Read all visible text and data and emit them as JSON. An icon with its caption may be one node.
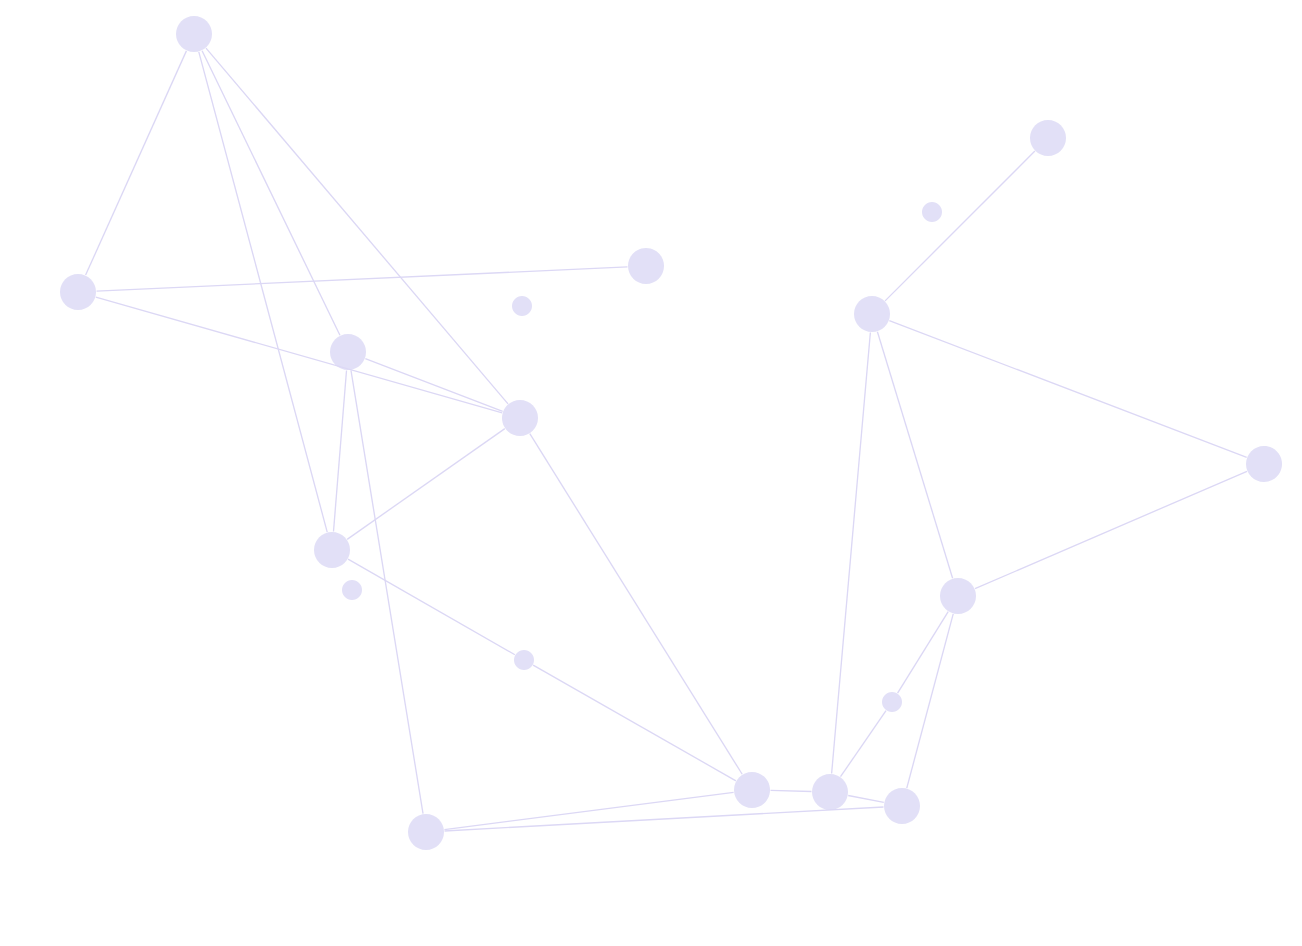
{
  "diagram": {
    "nodes": [
      {
        "text": [],
        "shape": "circle"
      },
      {
        "text": [],
        "shape": "circle"
      },
      {
        "text": [],
        "shape": "circle"
      },
      {
        "text": [],
        "shape": "circle"
      },
      {
        "text": [],
        "shape": "circle"
      },
      {
        "text": [],
        "shape": "circle"
      },
      {
        "text": [],
        "shape": "circle"
      },
      {
        "text": [],
        "shape": "circle"
      },
      {
        "text": [],
        "shape": "circle"
      },
      {
        "text": [],
        "shape": "circle"
      },
      {
        "text": [],
        "shape": "circle"
      },
      {
        "text": [],
        "shape": "circle"
      },
      {
        "text": [],
        "shape": "circle"
      },
      {
        "text": [],
        "shape": "circle"
      },
      {
        "text": [],
        "shape": "circle"
      },
      {
        "text": [],
        "shape": "circle"
      },
      {
        "text": [],
        "shape": "circle"
      },
      {
        "text": [],
        "shape": "circle"
      },
      {
        "text": [],
        "shape": "circle"
      }
    ],
    "edges": [
      {
        "from": 0,
        "to": 1,
        "arrow": "none"
      },
      {
        "from": 0,
        "to": 4,
        "arrow": "none"
      },
      {
        "from": 0,
        "to": 6,
        "arrow": "none"
      },
      {
        "from": 0,
        "to": 5,
        "arrow": "none"
      },
      {
        "from": 1,
        "to": 2,
        "arrow": "none"
      },
      {
        "from": 1,
        "to": 5,
        "arrow": "none"
      },
      {
        "from": 4,
        "to": 5,
        "arrow": "none"
      },
      {
        "from": 4,
        "to": 6,
        "arrow": "none"
      },
      {
        "from": 4,
        "to": 9,
        "arrow": "none"
      },
      {
        "from": 5,
        "to": 6,
        "arrow": "none"
      },
      {
        "from": 5,
        "to": 10,
        "arrow": "none"
      },
      {
        "from": 6,
        "to": 8,
        "arrow": "none"
      },
      {
        "from": 8,
        "to": 10,
        "arrow": "none"
      },
      {
        "from": 9,
        "to": 10,
        "arrow": "none"
      },
      {
        "from": 9,
        "to": 12,
        "arrow": "none"
      },
      {
        "from": 10,
        "to": 11,
        "arrow": "none"
      },
      {
        "from": 11,
        "to": 12,
        "arrow": "none"
      },
      {
        "from": 13,
        "to": 15,
        "arrow": "none"
      },
      {
        "from": 15,
        "to": 11,
        "arrow": "none"
      },
      {
        "from": 15,
        "to": 17,
        "arrow": "none"
      },
      {
        "from": 15,
        "to": 16,
        "arrow": "none"
      },
      {
        "from": 16,
        "to": 17,
        "arrow": "none"
      },
      {
        "from": 17,
        "to": 18,
        "arrow": "none"
      },
      {
        "from": 18,
        "to": 11,
        "arrow": "none"
      },
      {
        "from": 17,
        "to": 12,
        "arrow": "none"
      }
    ]
  }
}
